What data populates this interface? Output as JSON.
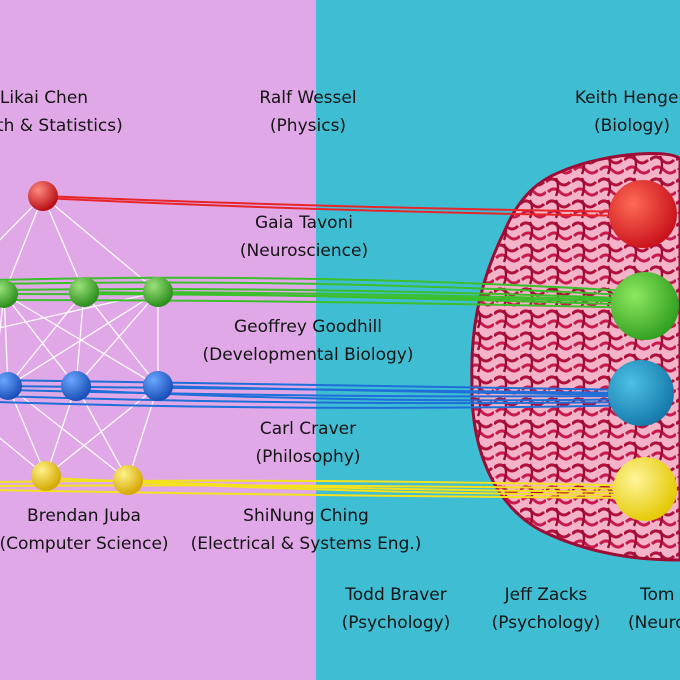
{
  "people": [
    {
      "name": "Likai Chen",
      "dept": "(Math & Statistics)"
    },
    {
      "name": "Ralf Wessel",
      "dept": "(Physics)"
    },
    {
      "name": "Keith Hengen",
      "dept": "(Biology)"
    },
    {
      "name": "Gaia Tavoni",
      "dept": "(Neuroscience)"
    },
    {
      "name": "Geoffrey Goodhill",
      "dept": "(Developmental Biology)"
    },
    {
      "name": "Carl Craver",
      "dept": "(Philosophy)"
    },
    {
      "name": "Brendan Juba",
      "dept": "(Computer Science)"
    },
    {
      "name": "ShiNung Ching",
      "dept": "(Electrical & Systems Eng.)"
    },
    {
      "name": "Todd Braver",
      "dept": "(Psychology)"
    },
    {
      "name": "Jeff Zacks",
      "dept": "(Psychology)"
    },
    {
      "name": "Tom",
      "dept": "(Neuroscience)"
    }
  ],
  "colors": {
    "left_bg": "#e0a8e6",
    "right_bg": "#3fbdd3",
    "red": "#e8262a",
    "green": "#3bbf2a",
    "blue": "#1e6fd9",
    "yellow": "#f4e21c",
    "brain_pink": "#f2a7bf",
    "brain_red": "#b0103c"
  }
}
